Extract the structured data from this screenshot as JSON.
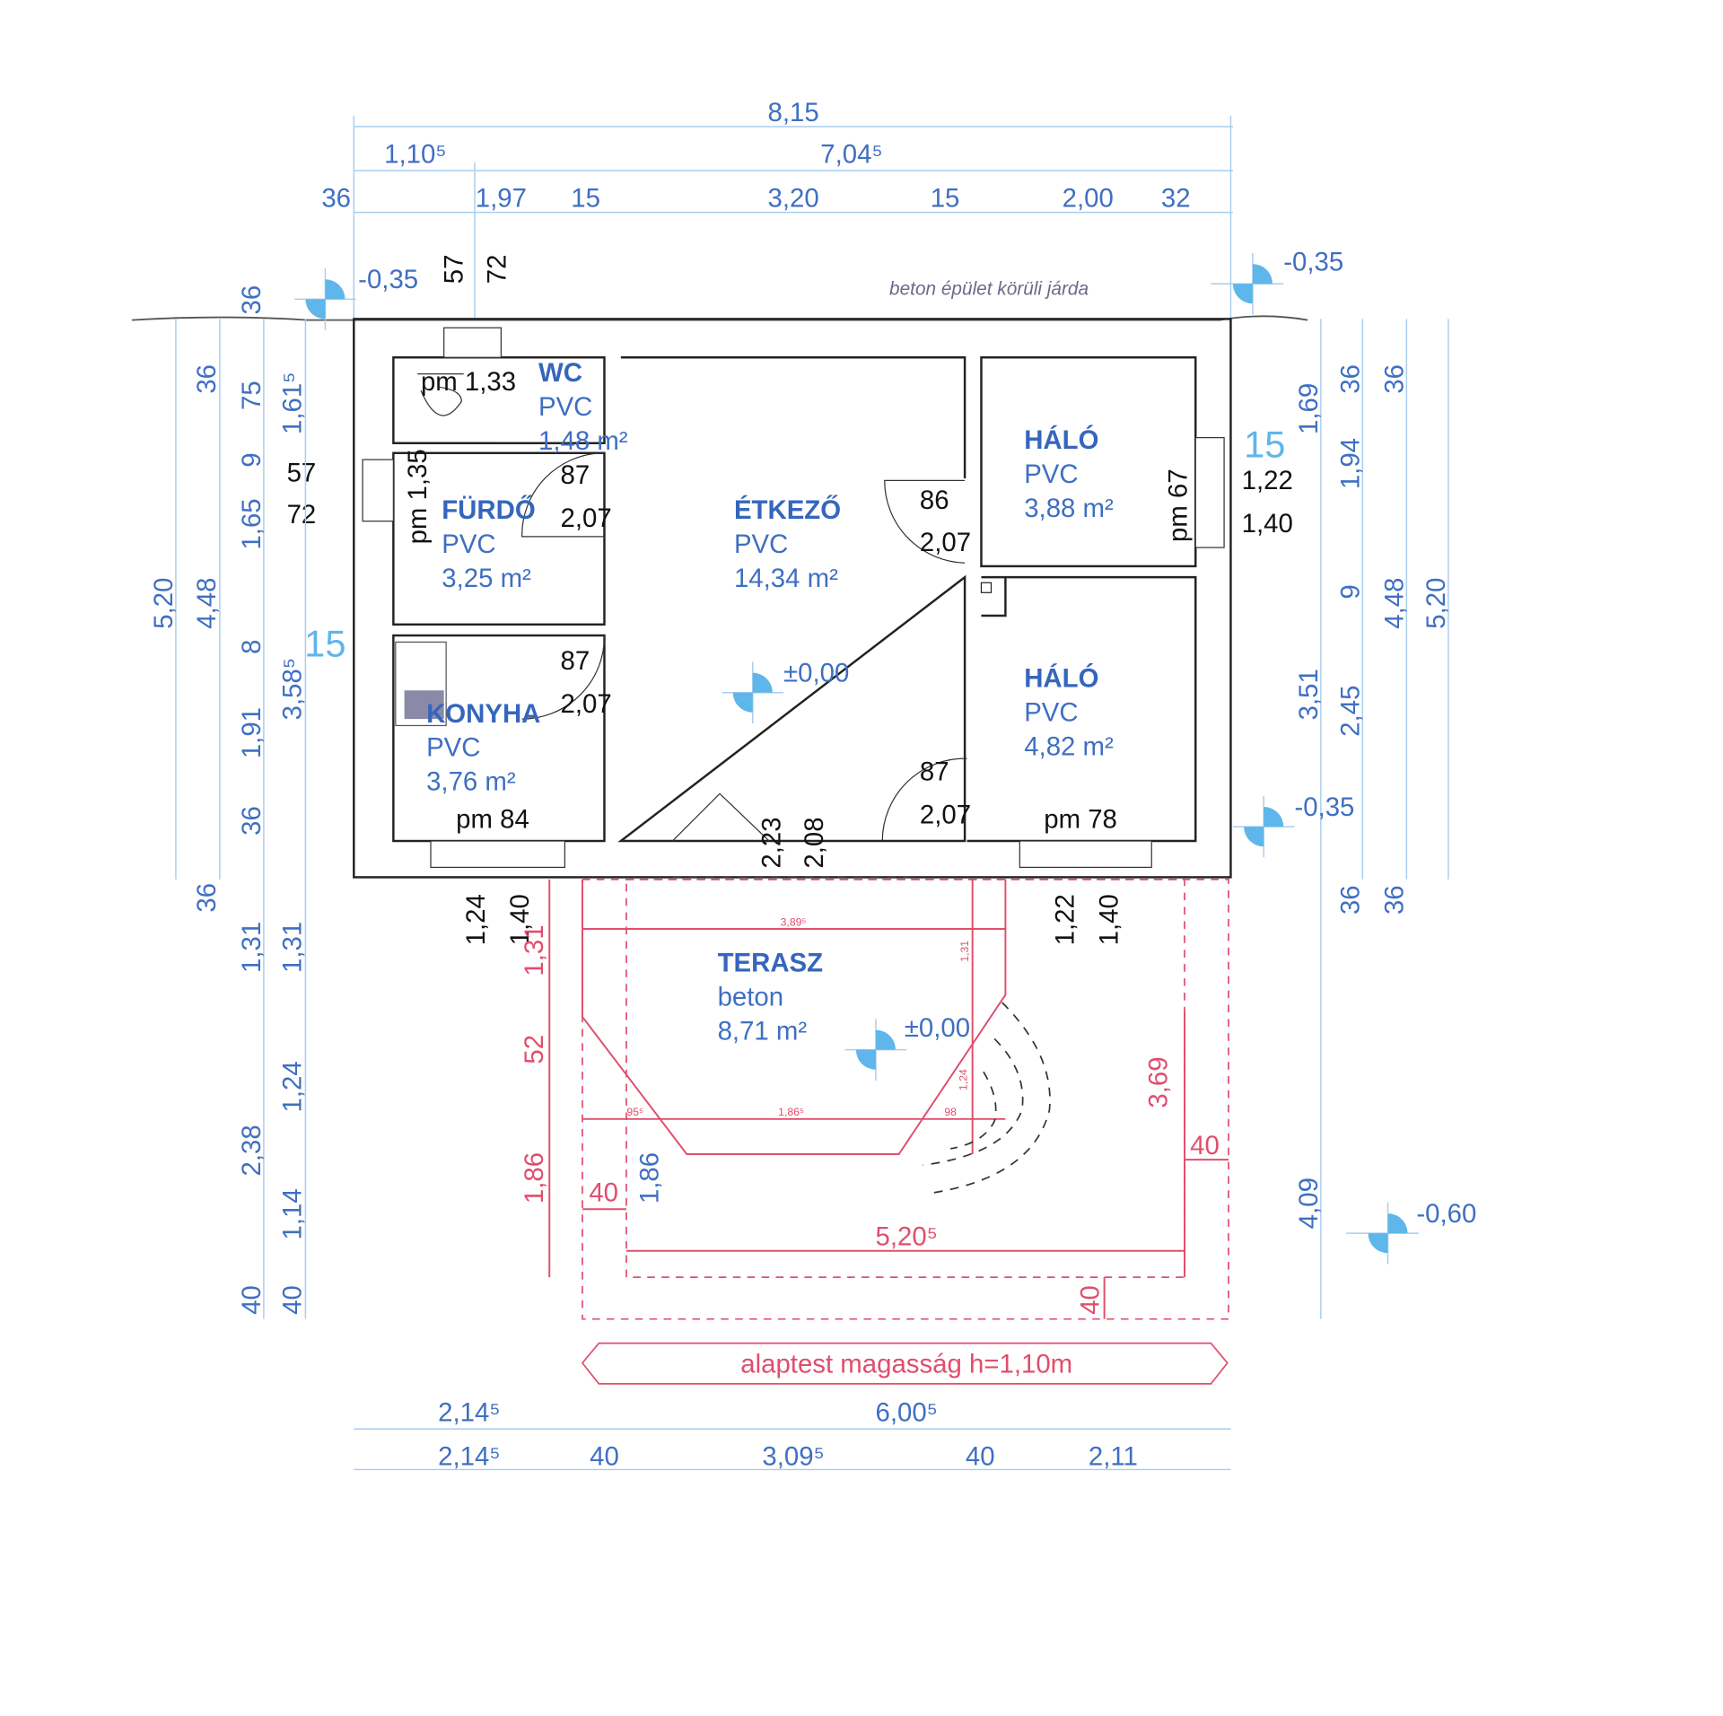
{
  "top_dims": {
    "total": "8,15",
    "row2": [
      "1,10⁵",
      "7,04⁵"
    ],
    "row3": [
      "36",
      "1,97",
      "15",
      "3,20",
      "15",
      "2,00",
      "32"
    ]
  },
  "top_window": [
    "57",
    "72"
  ],
  "note_sidewalk": "beton épület körüli járda",
  "levels": [
    "-0,35",
    "-0,35",
    "±0,00",
    "-0,35",
    "±0,00",
    "-0,60"
  ],
  "rooms": [
    {
      "name": "WC",
      "floor": "PVC",
      "area": "1,48 m²"
    },
    {
      "name": "FÜRDŐ",
      "floor": "PVC",
      "area": "3,25 m²"
    },
    {
      "name": "ÉTKEZŐ",
      "floor": "PVC",
      "area": "14,34 m²"
    },
    {
      "name": "HÁLÓ",
      "floor": "PVC",
      "area": "3,88 m²"
    },
    {
      "name": "KONYHA",
      "floor": "PVC",
      "area": "3,76 m²"
    },
    {
      "name": "HÁLÓ",
      "floor": "PVC",
      "area": "4,82 m²"
    },
    {
      "name": "TERASZ",
      "floor": "beton",
      "area": "8,71 m²"
    }
  ],
  "black_labels": {
    "wc_pm": "pm 1,33",
    "furdo_pm": "pm 1,35",
    "halo1_pm": "pm 67",
    "konyha_pm": "pm 84",
    "halo2_pm": "pm 78",
    "doors": [
      [
        "87",
        "2,07"
      ],
      [
        "86",
        "2,07"
      ],
      [
        "87",
        "2,07"
      ],
      [
        "87",
        "2,07"
      ]
    ],
    "entrance": [
      "2,23",
      "2,08"
    ],
    "left_window": [
      "57",
      "72"
    ],
    "right_window": [
      "1,22",
      "1,40"
    ],
    "bottom_left_window": [
      "1,24",
      "1,40"
    ],
    "bottom_right_window": [
      "1,22",
      "1,40"
    ]
  },
  "wall_thickness_marks": [
    "15",
    "15"
  ],
  "left_dims": {
    "col1": [
      "5,20"
    ],
    "col2": [
      "36",
      "4,48",
      "36"
    ],
    "col3": [
      "36",
      "75",
      "9",
      "1,65",
      "8",
      "1,91",
      "36",
      "1,31",
      "2,38",
      "40"
    ],
    "col4": [
      "1,61⁵",
      "3,58⁵",
      "1,31",
      "1,24",
      "1,14",
      "40"
    ]
  },
  "right_dims": {
    "col1": [
      "1,69",
      "3,51",
      "4,09"
    ],
    "col2": [
      "36",
      "1,94",
      "9",
      "2,45",
      "36"
    ],
    "col3": [
      "36",
      "4,48",
      "36"
    ],
    "col4": [
      "5,20"
    ]
  },
  "terrace_dims": {
    "red": [
      "1,31",
      "52",
      "1,86",
      "40",
      "3,69",
      "40",
      "5,20⁵",
      "40"
    ],
    "blue": [
      "1,86"
    ],
    "small": [
      "3,89⁵",
      "1,31",
      "95⁵",
      "1,86⁵",
      "98",
      "1,24"
    ]
  },
  "foundation_note": "alaptest magasság h=1,10m",
  "bottom_dims": {
    "row1": [
      "2,14⁵",
      "6,00⁵"
    ],
    "row2": [
      "2,14⁵",
      "40",
      "3,09⁵",
      "40",
      "2,11"
    ]
  }
}
